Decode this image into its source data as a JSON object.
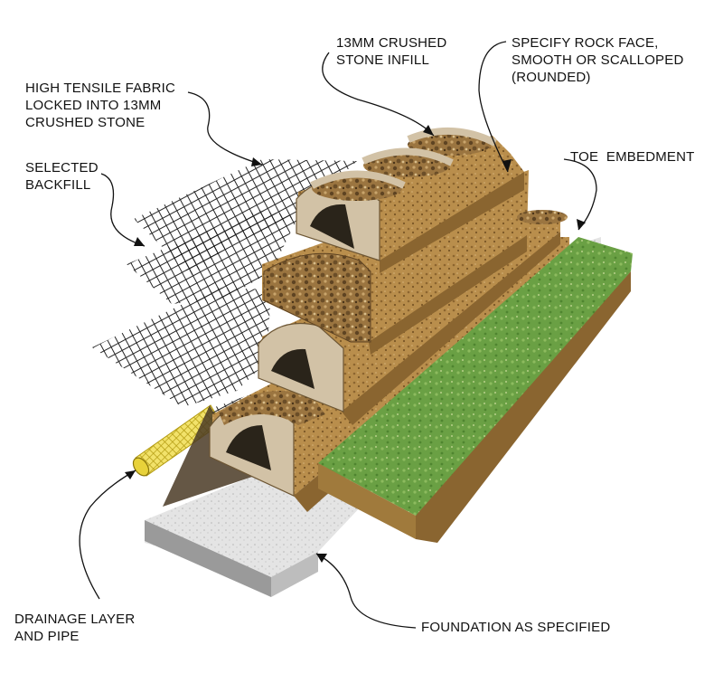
{
  "labels": {
    "infill": [
      "13MM CRUSHED",
      "STONE INFILL"
    ],
    "rock_face": [
      "SPECIFY ROCK FACE,",
      "SMOOTH OR SCALLOPED",
      "(ROUNDED)"
    ],
    "fabric": [
      "HIGH TENSILE FABRIC",
      "LOCKED INTO 13MM",
      "CRUSHED STONE"
    ],
    "toe": [
      "TOE  EMBEDMENT"
    ],
    "backfill": [
      "SELECTED",
      "BACKFILL"
    ],
    "drainage": [
      "DRAINAGE LAYER",
      "AND PIPE"
    ],
    "foundation": [
      "FOUNDATION AS SPECIFIED"
    ]
  },
  "colors": {
    "block_face": "#b98e4c",
    "block_top": "#c9a36a",
    "block_inner": "#d2c2a6",
    "gravel": "#8a6a3a",
    "grass": "#6aa044",
    "soil": "#a07a3c",
    "foundation": "#e4e4e4",
    "grid": "#1a1a1a",
    "pipe": "#e8d23a",
    "leader": "#111111"
  }
}
